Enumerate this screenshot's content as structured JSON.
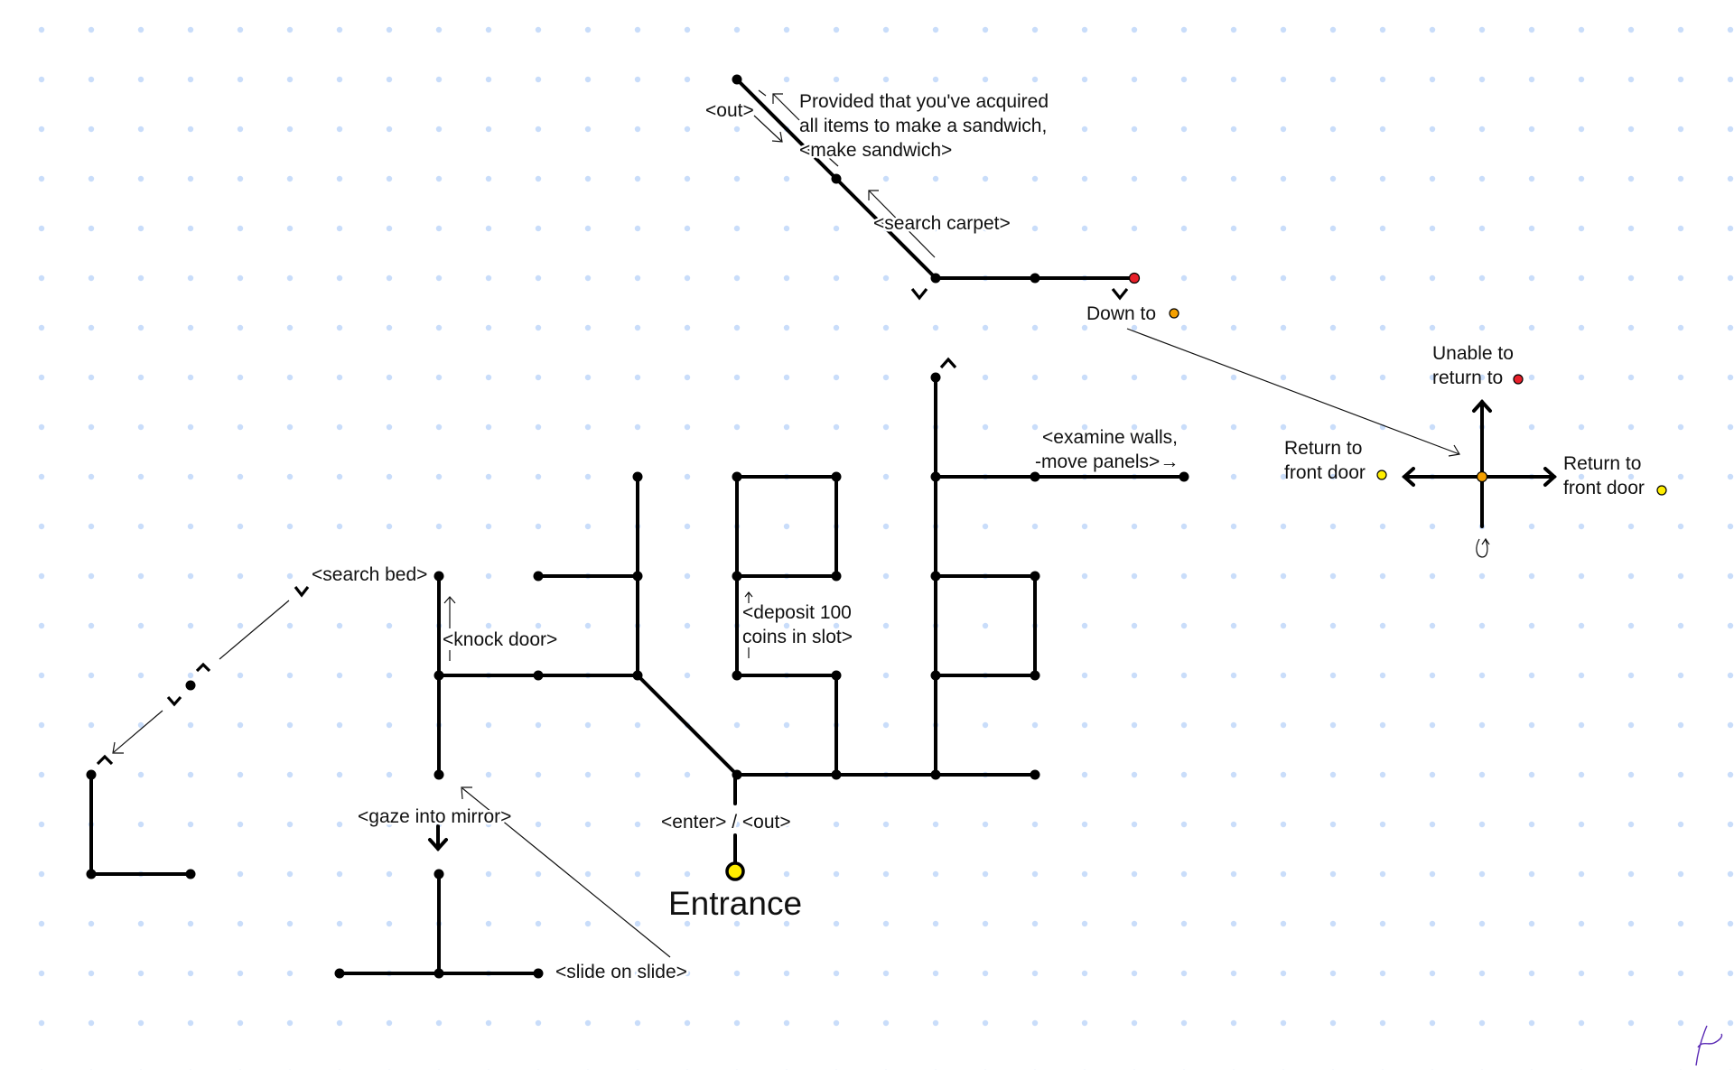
{
  "diagram": {
    "title": "Mansion room map",
    "colors": {
      "background": "#ffffff",
      "grid_dot": "#c9ddfa",
      "edge": "#000000",
      "node": "#000000",
      "red": "#e8202a",
      "orange": "#f5a000",
      "yellow": "#ffee00",
      "signature": "#5b2bb5"
    },
    "labels": {
      "out_top": "<out>",
      "sandwich_1": "Provided that you've acquired",
      "sandwich_2": "all items to make a sandwich,",
      "sandwich_3": "<make sandwich>",
      "search_carpet": "<search carpet>",
      "down_to": "Down to",
      "unable_1": "Unable to",
      "unable_2": "return to",
      "return_left_1": "Return to",
      "return_left_2": "front door",
      "return_right_1": "Return to",
      "return_right_2": "front door",
      "examine_1": "<examine walls,",
      "examine_2": "-move panels>→",
      "search_bed": "<search bed>",
      "knock_door": "<knock door>",
      "deposit_1": "<deposit 100",
      "deposit_2": "coins in slot>",
      "gaze_mirror": "<gaze into mirror>",
      "enter_out": "<enter> / <out>",
      "entrance": "Entrance",
      "slide": "<slide on slide>"
    },
    "legend_markers": [
      {
        "id": "down-to-marker",
        "color": "orange",
        "meaning": "Down to"
      },
      {
        "id": "unable-return-marker",
        "color": "red",
        "meaning": "Unable to return to"
      },
      {
        "id": "return-left-marker",
        "color": "yellow",
        "meaning": "Return to front door"
      },
      {
        "id": "return-right-marker",
        "color": "yellow",
        "meaning": "Return to front door"
      }
    ],
    "nodes": [
      {
        "id": "n-out-top",
        "c": 14,
        "r": 1
      },
      {
        "id": "n-sandwich",
        "c": 16,
        "r": 3
      },
      {
        "id": "n-carpet",
        "c": 18,
        "r": 5
      },
      {
        "id": "n-hall-mid",
        "c": 20,
        "r": 5
      },
      {
        "id": "n-red-stairs",
        "c": 22,
        "r": 5,
        "color": "red"
      },
      {
        "id": "n-up-east",
        "c": 18,
        "r": 7
      },
      {
        "id": "n-e1",
        "c": 18,
        "r": 9
      },
      {
        "id": "n-e2",
        "c": 20,
        "r": 9
      },
      {
        "id": "n-e3",
        "c": 23,
        "r": 9
      },
      {
        "id": "n-w-top",
        "c": 12,
        "r": 9
      },
      {
        "id": "n-w-left",
        "c": 10,
        "r": 11
      },
      {
        "id": "n-w-mid",
        "c": 12,
        "r": 11
      },
      {
        "id": "n-b1",
        "c": 14,
        "r": 9
      },
      {
        "id": "n-b2",
        "c": 16,
        "r": 9
      },
      {
        "id": "n-b3",
        "c": 14,
        "r": 11
      },
      {
        "id": "n-b4",
        "c": 16,
        "r": 11
      },
      {
        "id": "n-b5",
        "c": 14,
        "r": 13
      },
      {
        "id": "n-b6",
        "c": 16,
        "r": 13
      },
      {
        "id": "n-bed",
        "c": 8,
        "r": 11
      },
      {
        "id": "n-knock",
        "c": 8,
        "r": 13
      },
      {
        "id": "n-k2",
        "c": 10,
        "r": 13
      },
      {
        "id": "n-k3",
        "c": 12,
        "r": 13
      },
      {
        "id": "n-hub",
        "c": 14,
        "r": 15
      },
      {
        "id": "n-s1",
        "c": 16,
        "r": 15
      },
      {
        "id": "n-s2",
        "c": 18,
        "r": 15
      },
      {
        "id": "n-s3",
        "c": 20,
        "r": 15
      },
      {
        "id": "n-r1",
        "c": 18,
        "r": 11
      },
      {
        "id": "n-r2",
        "c": 20,
        "r": 11
      },
      {
        "id": "n-r3",
        "c": 18,
        "r": 13
      },
      {
        "id": "n-r4",
        "c": 20,
        "r": 13
      },
      {
        "id": "n-mirror",
        "c": 8,
        "r": 15
      },
      {
        "id": "n-slide-top",
        "c": 8,
        "r": 17
      },
      {
        "id": "n-slide-l",
        "c": 6,
        "r": 19
      },
      {
        "id": "n-slide-c",
        "c": 8,
        "r": 19
      },
      {
        "id": "n-slide-r",
        "c": 10,
        "r": 19
      },
      {
        "id": "n-cellar-top",
        "c": 1,
        "r": 15
      },
      {
        "id": "n-cellar-corner",
        "c": 1,
        "r": 17
      },
      {
        "id": "n-cellar-end",
        "c": 3,
        "r": 17
      },
      {
        "id": "n-stair-mid",
        "c": 3,
        "r": 13.2
      }
    ],
    "edges": [
      [
        "n-out-top",
        "n-sandwich"
      ],
      [
        "n-sandwich",
        "n-carpet"
      ],
      [
        "n-carpet",
        "n-hall-mid"
      ],
      [
        "n-hall-mid",
        "n-red-stairs"
      ],
      [
        "n-up-east",
        "n-e1"
      ],
      [
        "n-e1",
        "n-e2"
      ],
      [
        "n-e2",
        "n-e3"
      ],
      [
        "n-e1",
        "n-r1"
      ],
      [
        "n-r1",
        "n-r2"
      ],
      [
        "n-r2",
        "n-r4"
      ],
      [
        "n-r1",
        "n-r3"
      ],
      [
        "n-r3",
        "n-r4"
      ],
      [
        "n-r3",
        "n-s2"
      ],
      [
        "n-w-top",
        "n-w-mid"
      ],
      [
        "n-w-left",
        "n-w-mid"
      ],
      [
        "n-w-mid",
        "n-k3"
      ],
      [
        "n-b1",
        "n-b2"
      ],
      [
        "n-b2",
        "n-b4"
      ],
      [
        "n-b1",
        "n-b3"
      ],
      [
        "n-b3",
        "n-b4"
      ],
      [
        "n-b3",
        "n-b5"
      ],
      [
        "n-b5",
        "n-b6"
      ],
      [
        "n-b6",
        "n-s1"
      ],
      [
        "n-bed",
        "n-knock"
      ],
      [
        "n-knock",
        "n-k2"
      ],
      [
        "n-k2",
        "n-k3"
      ],
      [
        "n-k3",
        "n-hub"
      ],
      [
        "n-hub",
        "n-s1"
      ],
      [
        "n-s1",
        "n-s2"
      ],
      [
        "n-s2",
        "n-s3"
      ],
      [
        "n-knock",
        "n-mirror"
      ],
      [
        "n-slide-top",
        "n-slide-c"
      ],
      [
        "n-slide-l",
        "n-slide-c"
      ],
      [
        "n-slide-c",
        "n-slide-r"
      ],
      [
        "n-cellar-top",
        "n-cellar-corner"
      ],
      [
        "n-cellar-corner",
        "n-cellar-end"
      ]
    ]
  }
}
